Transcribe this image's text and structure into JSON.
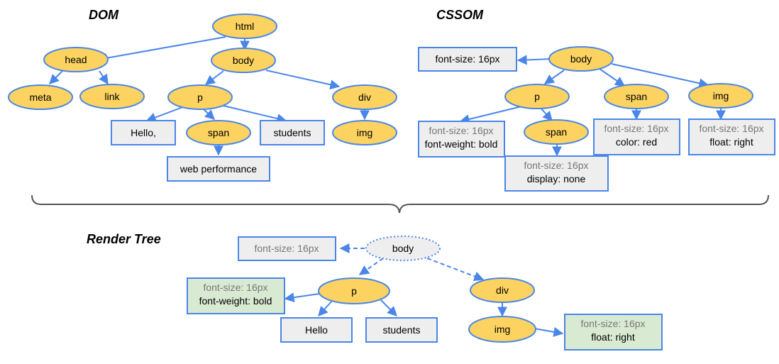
{
  "colors": {
    "node_fill": "#fcd361",
    "node_stroke": "#4a86e8",
    "edge": "#4a86e8",
    "box_fill": "#eeeeee",
    "box_stroke": "#4a86e8",
    "box_green_fill": "#d9ead3",
    "render_root_fill": "#eeeeee",
    "brace": "#555555",
    "text_dim": "#777777"
  },
  "titles": {
    "dom": "DOM",
    "cssom": "CSSOM",
    "render_tree": "Render Tree"
  },
  "dom": {
    "html": "html",
    "head": "head",
    "body": "body",
    "meta": "meta",
    "link": "link",
    "p": "p",
    "div": "div",
    "span": "span",
    "img": "img",
    "hello_box": "Hello,",
    "students_box": "students",
    "web_performance_box": "web performance"
  },
  "cssom": {
    "body": "body",
    "p": "p",
    "span_inner": "span",
    "span": "span",
    "img": "img",
    "body_style": "font-size: 16px",
    "p_style_1": "font-size: 16px",
    "p_style_2": "font-weight: bold",
    "span_inner_style_1": "font-size: 16px",
    "span_inner_style_2": "display: none",
    "span_style_1": "font-size: 16px",
    "span_style_2": "color: red",
    "img_style_1": "font-size: 16px",
    "img_style_2": "float: right"
  },
  "render": {
    "body": "body",
    "p": "p",
    "div": "div",
    "img": "img",
    "body_style": "font-size: 16px",
    "p_style_1": "font-size: 16px",
    "p_style_2": "font-weight: bold",
    "hello_box": "Hello",
    "students_box": "students",
    "img_style_1": "font-size: 16px",
    "img_style_2": "float: right"
  }
}
